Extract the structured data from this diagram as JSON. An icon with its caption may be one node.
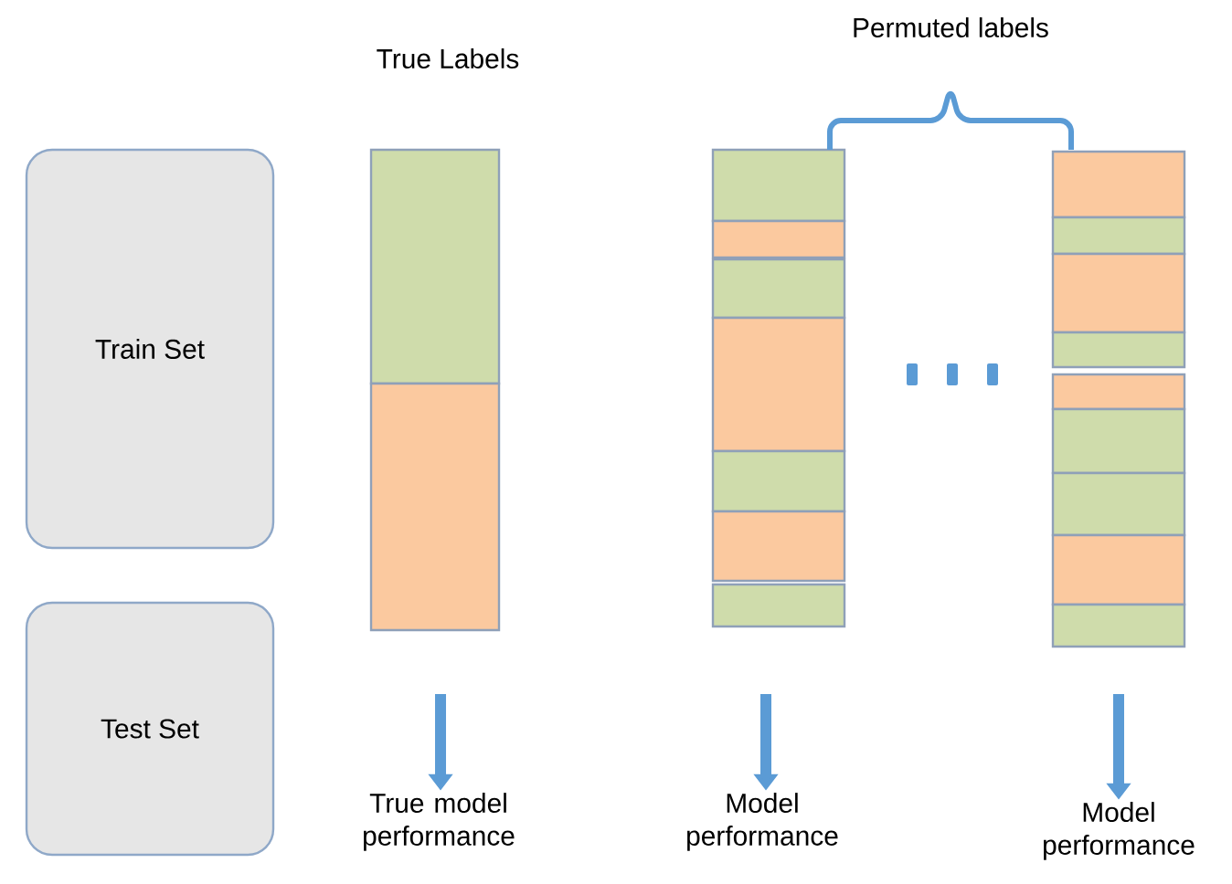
{
  "diagram": {
    "nodes": [
      {
        "text": [
          "Train Set"
        ]
      },
      {
        "text": [
          "Test Set"
        ]
      },
      {
        "text": [
          "True model performance"
        ]
      },
      {
        "text": [
          "Model performance"
        ]
      },
      {
        "text": [
          "Model performance"
        ]
      }
    ],
    "edges": [
      {
        "from": null,
        "to": 2,
        "arrow": "to"
      },
      {
        "from": null,
        "to": 3,
        "arrow": "to"
      },
      {
        "from": null,
        "to": 4,
        "arrow": "to"
      }
    ],
    "labels": [
      "True Labels",
      "Permuted labels"
    ]
  }
}
